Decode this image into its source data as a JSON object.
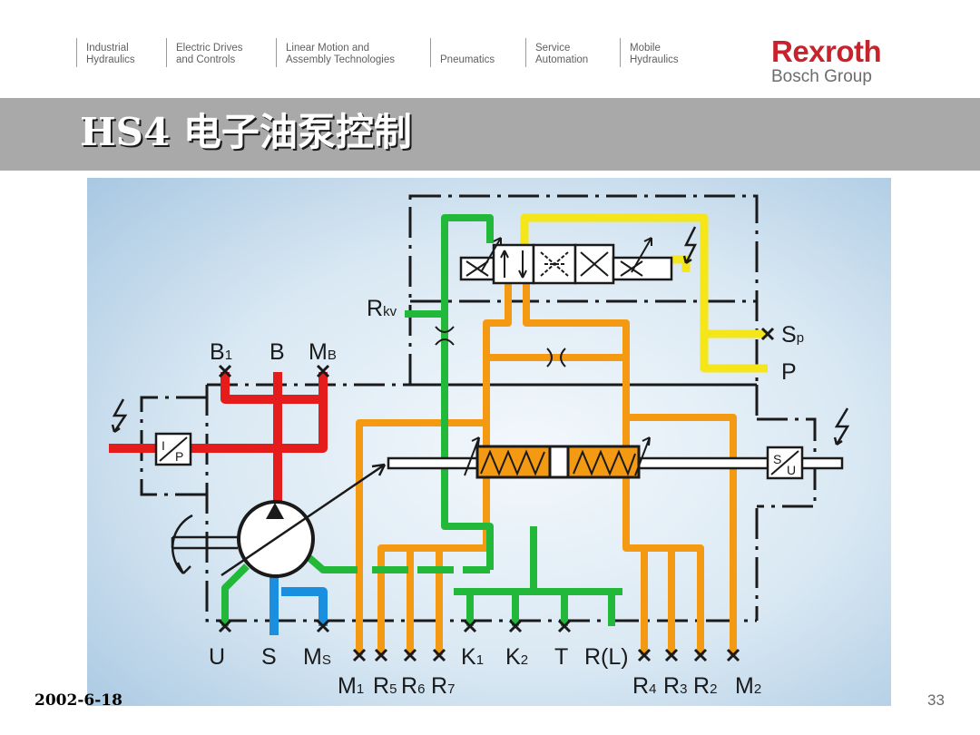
{
  "header": {
    "nav": [
      {
        "line1": "Industrial",
        "line2": "Hydraulics"
      },
      {
        "line1": "Electric Drives",
        "line2": "and Controls"
      },
      {
        "line1": "Linear Motion and",
        "line2": "Assembly Technologies"
      },
      {
        "line1": "",
        "line2": "Pneumatics"
      },
      {
        "line1": "Service",
        "line2": "Automation"
      },
      {
        "line1": "Mobile",
        "line2": "Hydraulics"
      }
    ],
    "logo_main": "Rexroth",
    "logo_sub": "Bosch Group"
  },
  "title": "HS4 电子油泵控制",
  "diagram": {
    "ports": {
      "b1": "B",
      "b1_sub": "1",
      "b": "B",
      "mb": "M",
      "mb_sub": "B",
      "rkv": "R",
      "rkv_sub": "kv",
      "sp": "S",
      "sp_sub": "p",
      "p": "P",
      "u": "U",
      "s": "S",
      "ms": "M",
      "ms_sub": "S",
      "m1": "M",
      "m1_sub": "1",
      "r5": "R",
      "r5_sub": "5",
      "r6": "R",
      "r6_sub": "6",
      "r7": "R",
      "r7_sub": "7",
      "k1": "K",
      "k1_sub": "1",
      "k2": "K",
      "k2_sub": "2",
      "t": "T",
      "rl": "R(L)",
      "r4": "R",
      "r4_sub": "4",
      "r3": "R",
      "r3_sub": "3",
      "r2": "R",
      "r2_sub": "2",
      "m2": "M",
      "m2_sub": "2"
    },
    "blocks": {
      "ip_top": "I",
      "ip_bottom": "P",
      "su_top": "S",
      "su_bottom": "U"
    },
    "colors": {
      "pressure": "#e41c1c",
      "suction": "#1a8fe0",
      "control": "#f39a12",
      "pilot": "#22b83a",
      "supply": "#f5e61a"
    }
  },
  "footer": {
    "date": "2002-6-18",
    "page": "33"
  }
}
